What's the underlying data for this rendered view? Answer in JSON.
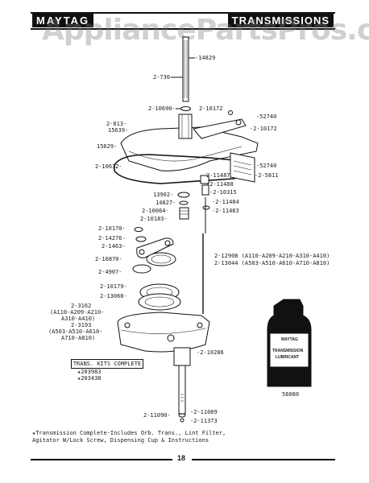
{
  "header": {
    "left_title": "MAYTAG",
    "right_title": "TRANSMISSIONS",
    "watermark": "AppliancePartsPros.com"
  },
  "parts": {
    "p14829": "-14829",
    "p2730": "2-730-",
    "p210690": "2-10690-",
    "p210172a": "2-10172",
    "p52740a": "-52740",
    "p2813": "2-813-",
    "p15639": "15639-",
    "p210172b": "-2-10172",
    "p15629": "15629-",
    "p52740b": "-52740",
    "p210632": "2-10632-",
    "p211487": "2-11487",
    "p25811": "-2-5811",
    "p211488": "-2-11488",
    "p210315": "-2-10315",
    "p13902": "13902-",
    "p14827": "14827-",
    "p211484": "-2-11484",
    "p210064": "2-10064-",
    "p211483": "-2-11483",
    "p210183": "2-10183-",
    "p210170": "2-10170-",
    "p214276": "2-14276-",
    "p21463": "2-1463-",
    "p212908": "2-12908 (A110-A209-A210-A310-A410)",
    "p213044": "2-13044 (A503-A510-A610-A710-A810)",
    "p210870": "2-10870-",
    "p24907": "2-4907-",
    "p210179": "2-10179-",
    "p213068": "2-13068-",
    "p23162_a": "2-3162",
    "p23162_b": "(A110-A209-A210-",
    "p23162_c": "A310-A410)",
    "p23193_a": "2-3193",
    "p23193_b": "(A503-A510-A610-",
    "p23193_c": "A710-A810)",
    "p210286": "-2-10286",
    "p56080": "56080",
    "p211089": "-2-11089",
    "p211090": "2-11090-",
    "p211373": "-2-11373"
  },
  "kits": {
    "title": "TRANS. KITS COMPLETE",
    "kit1": "★203983",
    "kit2": "★203438"
  },
  "bottle": {
    "brand": "MAYTAG",
    "line1": "TRANSMISSION",
    "line2": "LUBRICANT"
  },
  "footnote": "★Transmission Complete-Includes Orb. Trans., Lint Filter, Agitator W/Lock Screw, Dispensing Cup & Instructions",
  "page_number": "18"
}
